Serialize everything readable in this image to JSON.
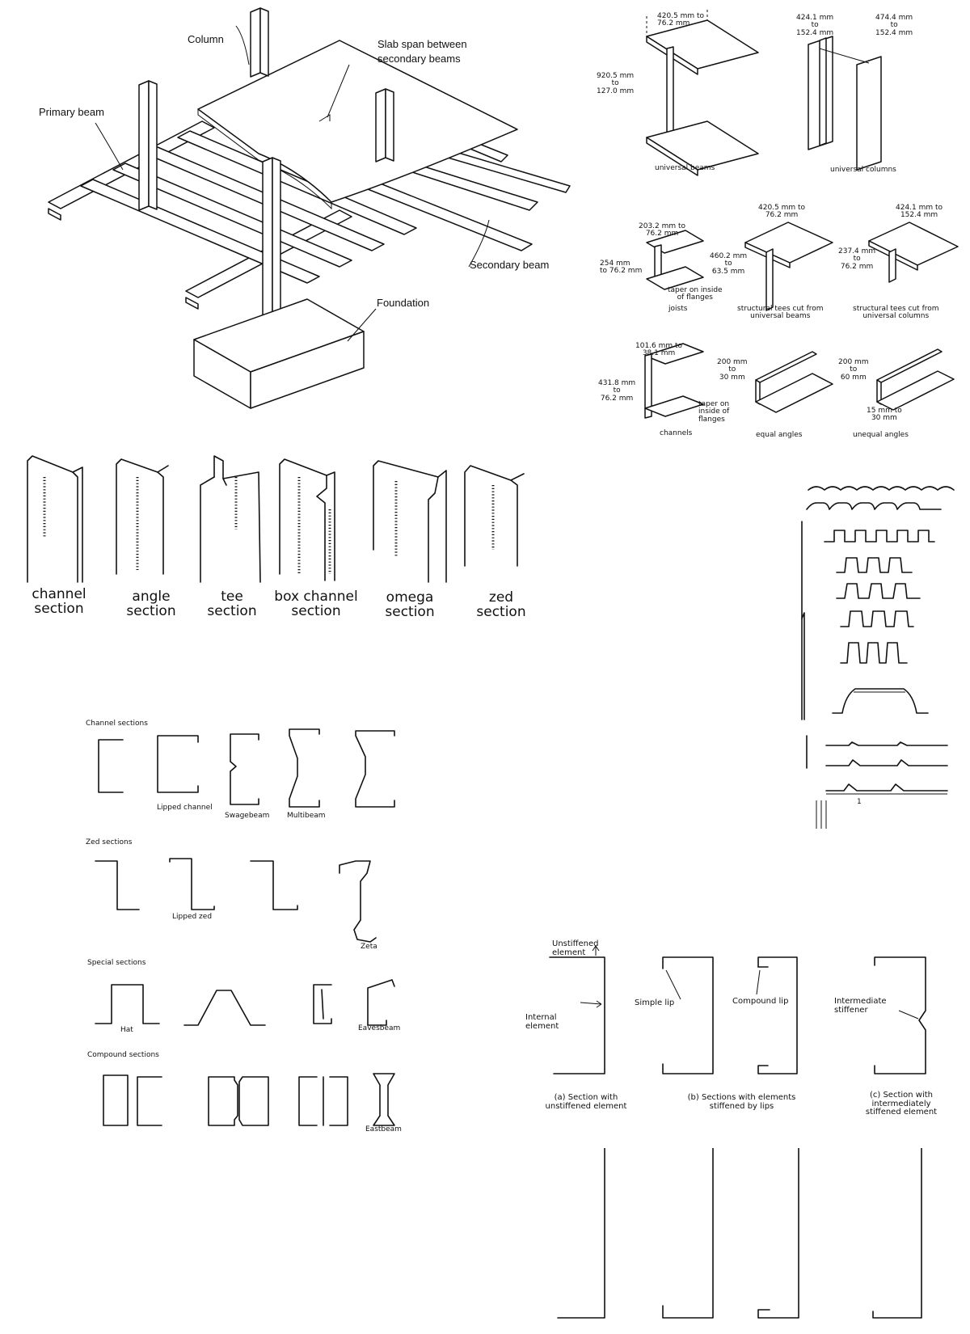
{
  "frame": {
    "labels": {
      "column": "Column",
      "slab_line1": "Slab span between",
      "slab_line2": "secondary beams",
      "primary_beam": "Primary beam",
      "secondary_beam": "Secondary beam",
      "foundation": "Foundation"
    }
  },
  "rolled_sections": {
    "universal_beams": {
      "caption": "universal beams",
      "flange_line1": "420.5 mm to",
      "flange_line2": "76.2 mm",
      "depth_line1": "920.5 mm",
      "depth_line2": "to",
      "depth_line3": "127.0 mm"
    },
    "universal_columns": {
      "caption": "universal columns",
      "left_line1": "424.1 mm",
      "left_line2": "to",
      "left_line3": "152.4 mm",
      "right_line1": "474.4 mm",
      "right_line2": "to",
      "right_line3": "152.4 mm"
    },
    "joists": {
      "caption": "joists",
      "width_line1": "203.2 mm to",
      "width_line2": "76.2 mm",
      "depth_line1": "254 mm",
      "depth_line2": "to 76.2 mm",
      "taper_line1": "taper on inside",
      "taper_line2": "of flanges"
    },
    "tees_beams": {
      "caption_line1": "structural tees cut from",
      "caption_line2": "universal beams",
      "width_line1": "420.5 mm to",
      "width_line2": "76.2 mm",
      "depth_line1": "460.2 mm",
      "depth_line2": "to",
      "depth_line3": "63.5 mm"
    },
    "tees_columns": {
      "caption_line1": "structural tees cut from",
      "caption_line2": "universal columns",
      "width_line1": "424.1 mm to",
      "width_line2": "152.4 mm",
      "depth_line1": "237.4 mm",
      "depth_line2": "to",
      "depth_line3": "76.2 mm"
    },
    "channels": {
      "caption": "channels",
      "width_line1": "101.6 mm to",
      "width_line2": "38.1 mm",
      "depth_line1": "431.8 mm",
      "depth_line2": "to",
      "depth_line3": "76.2 mm",
      "taper_line1": "taper on",
      "taper_line2": "inside of",
      "taper_line3": "flanges"
    },
    "equal_angles": {
      "caption": "equal angles",
      "size_line1": "200 mm",
      "size_line2": "to",
      "size_line3": "30 mm"
    },
    "unequal_angles": {
      "caption": "unequal angles",
      "size_line1": "200 mm",
      "size_line2": "to",
      "size_line3": "60 mm",
      "thick_line1": "15 mm to",
      "thick_line2": "30 mm"
    }
  },
  "perforated_sections": [
    {
      "line1": "channel",
      "line2": "section"
    },
    {
      "line1": "angle",
      "line2": "section"
    },
    {
      "line1": "tee",
      "line2": "section"
    },
    {
      "line1": "box channel",
      "line2": "section"
    },
    {
      "line1": "omega",
      "line2": "section"
    },
    {
      "line1": "zed",
      "line2": "section"
    }
  ],
  "cold_formed": {
    "channel_heading": "Channel sections",
    "lipped_channel": "Lipped channel",
    "swagebeam": "Swagebeam",
    "multibeam": "Multibeam",
    "zed_heading": "Zed sections",
    "lipped_zed": "Lipped zed",
    "zeta": "Zeta",
    "special_heading": "Special sections",
    "hat": "Hat",
    "eavesbeam": "Eavesbeam",
    "compound_heading": "Compound sections",
    "eastbeam": "Eastbeam"
  },
  "stiffened": {
    "unstiffened_line1": "Unstiffened",
    "unstiffened_line2": "element",
    "internal_line1": "Internal",
    "internal_line2": "element",
    "simple_lip": "Simple lip",
    "compound_lip": "Compound lip",
    "intermediate_line1": "Intermediate",
    "intermediate_line2": "stiffener",
    "caption_a_line1": "(a) Section with",
    "caption_a_line2": "unstiffened element",
    "caption_b_line1": "(b) Sections with elements",
    "caption_b_line2": "stiffened by lips",
    "caption_c_line1": "(c) Section with",
    "caption_c_line2": "intermediately",
    "caption_c_line3": "stiffened element"
  },
  "profiles": {
    "marker": "1"
  }
}
